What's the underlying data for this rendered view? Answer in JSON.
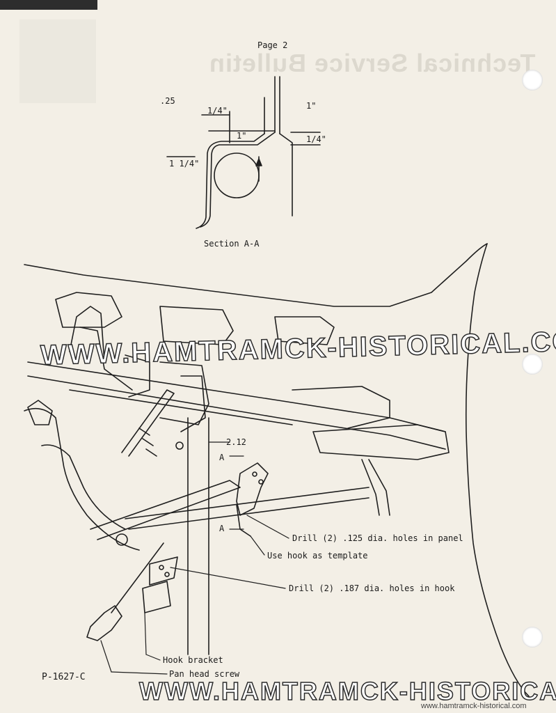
{
  "header": {
    "page_label": "Page 2",
    "bleed_title": "Technical Service Bulletin"
  },
  "section_detail": {
    "dim_25": ".25",
    "dim_quarter_left": "1/4\"",
    "dim_one_right": "1\"",
    "dim_one_center": "1\"",
    "dim_quarter_right": "1/4\"",
    "dim_one_quarter": "1 1/4\"",
    "caption": "Section A-A"
  },
  "main_drawing": {
    "dim_212": "2.12",
    "section_a_upper": "A",
    "section_a_lower": "A",
    "callouts": [
      "Drill (2) .125 dia. holes in panel",
      "Use hook as template",
      "Drill (2) .187 dia. holes in hook",
      "Hook bracket",
      "Pan head screw"
    ]
  },
  "footer": {
    "part_number": "P-1627-C"
  },
  "watermarks": {
    "middle": "WWW.HAMTRAMCK-HISTORICAL.COM",
    "bottom": "WWW.HAMTRAMCK-HISTORICAL.COM",
    "small": "www.hamtramck-historical.com"
  }
}
